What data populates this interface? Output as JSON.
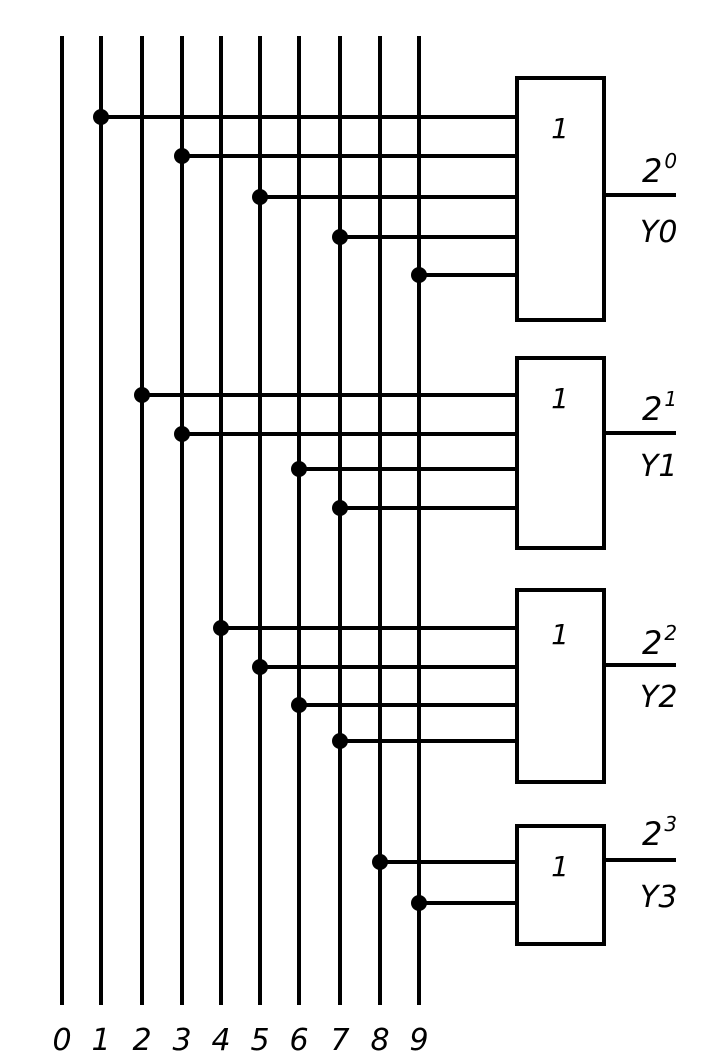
{
  "inputs": [
    "0",
    "1",
    "2",
    "3",
    "4",
    "5",
    "6",
    "7",
    "8",
    "9"
  ],
  "gates": [
    {
      "symbol": "1",
      "connections": [
        "1",
        "3",
        "5",
        "7",
        "9"
      ],
      "weight_base": "2",
      "weight_exp": "0",
      "output": "Y0"
    },
    {
      "symbol": "1",
      "connections": [
        "2",
        "3",
        "6",
        "7"
      ],
      "weight_base": "2",
      "weight_exp": "1",
      "output": "Y1"
    },
    {
      "symbol": "1",
      "connections": [
        "4",
        "5",
        "6",
        "7"
      ],
      "weight_base": "2",
      "weight_exp": "2",
      "output": "Y2"
    },
    {
      "symbol": "1",
      "connections": [
        "8",
        "9"
      ],
      "weight_base": "2",
      "weight_exp": "3",
      "output": "Y3"
    }
  ]
}
